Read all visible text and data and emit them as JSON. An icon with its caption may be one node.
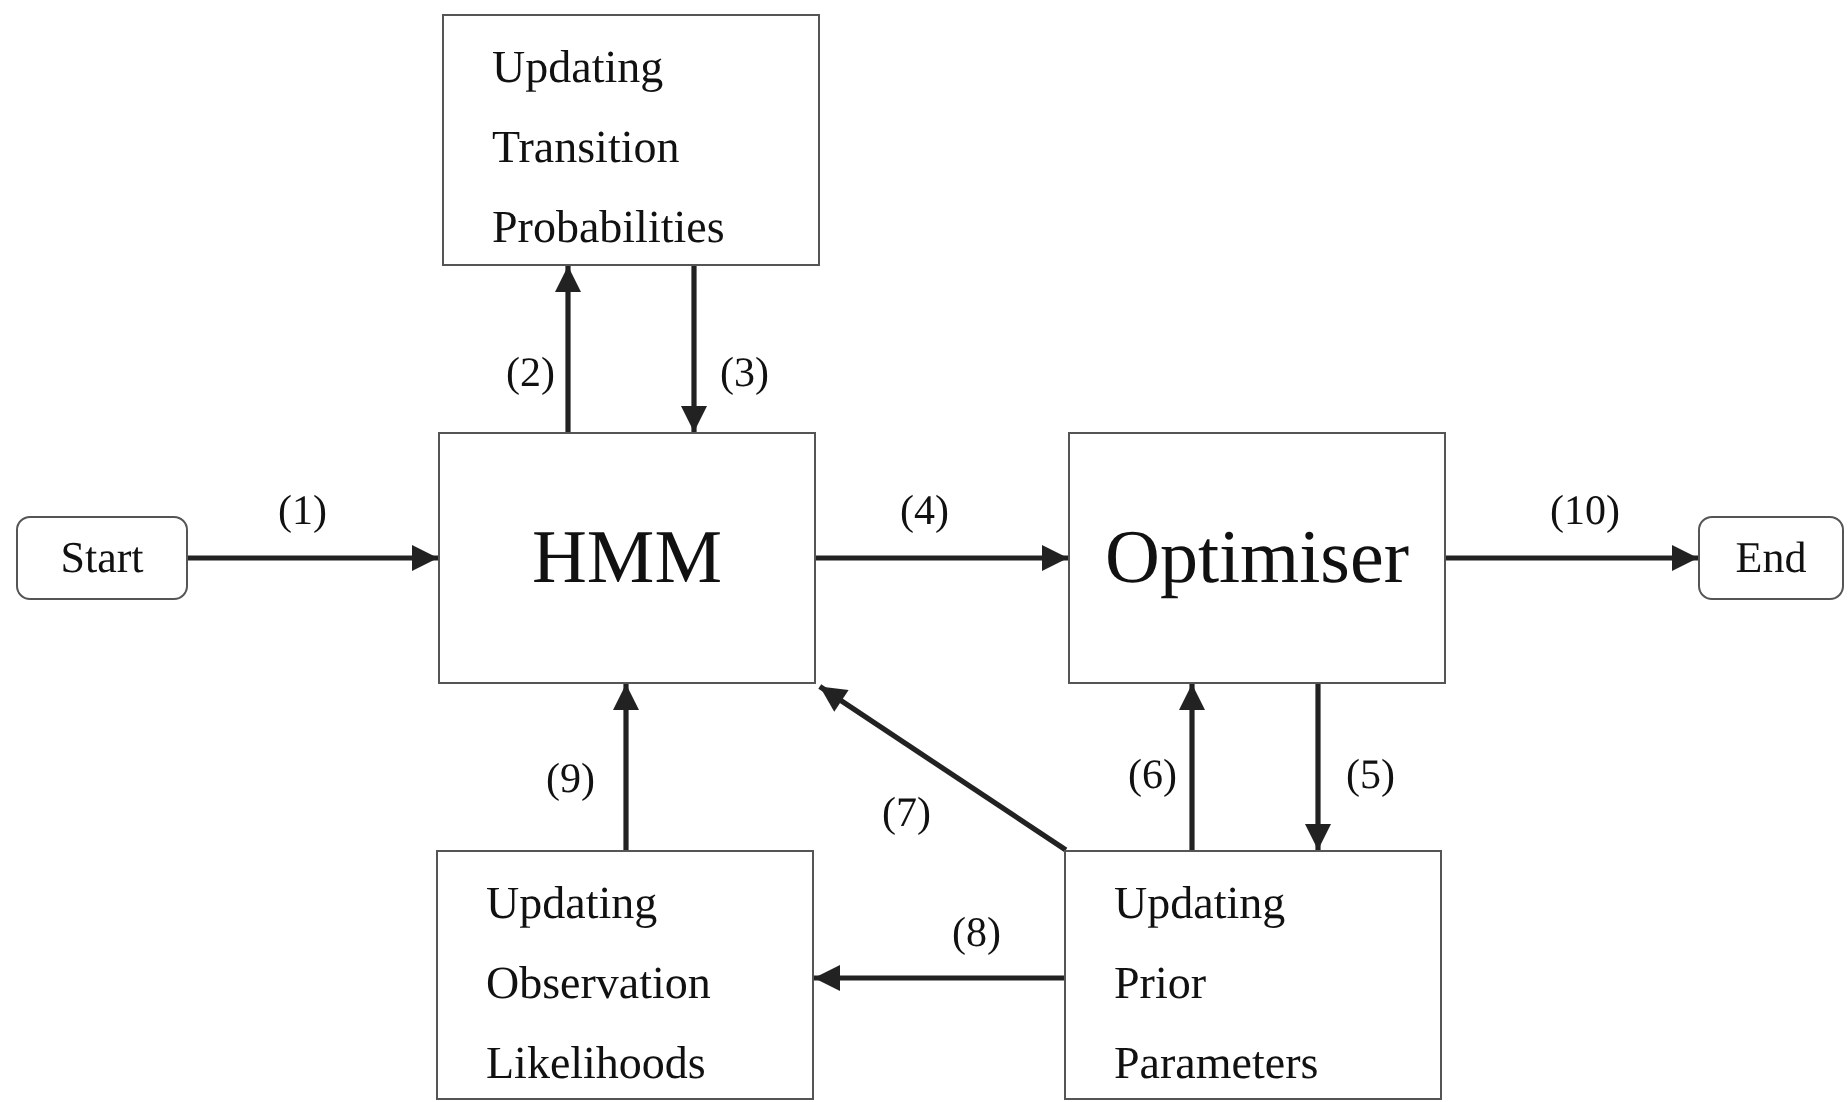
{
  "diagram": {
    "nodes": [
      {
        "text": [
          "Start"
        ]
      },
      {
        "text": [
          "Updating Transition Probabilities"
        ]
      },
      {
        "text": [
          "HMM"
        ]
      },
      {
        "text": [
          "Optimiser"
        ]
      },
      {
        "text": [
          "End"
        ]
      },
      {
        "text": [
          "Updating Observation Likelihoods"
        ]
      },
      {
        "text": [
          "Updating Prior Parameters"
        ]
      }
    ],
    "edges": [
      {
        "from": 0,
        "to": 2,
        "arrow": "to",
        "label": "(1)"
      },
      {
        "from": 2,
        "to": 1,
        "arrow": "to",
        "label": "(2)"
      },
      {
        "from": 1,
        "to": 2,
        "arrow": "to",
        "label": "(3)"
      },
      {
        "from": 2,
        "to": 3,
        "arrow": "to",
        "label": "(4)"
      },
      {
        "from": 3,
        "to": 6,
        "arrow": "to",
        "label": "(5)"
      },
      {
        "from": 6,
        "to": 3,
        "arrow": "to",
        "label": "(6)"
      },
      {
        "from": 6,
        "to": 2,
        "arrow": "to",
        "label": "(7)"
      },
      {
        "from": 6,
        "to": 5,
        "arrow": "to",
        "label": "(8)"
      },
      {
        "from": 5,
        "to": 2,
        "arrow": "to",
        "label": "(9)"
      },
      {
        "from": 3,
        "to": 4,
        "arrow": "to",
        "label": "(10)"
      }
    ]
  }
}
